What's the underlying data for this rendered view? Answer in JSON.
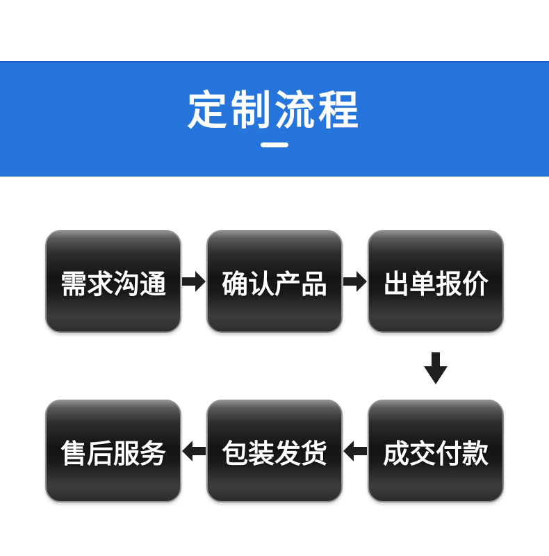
{
  "banner": {
    "title": "定制流程",
    "background_color": "#2575DC",
    "edge_color": "#1B5EC6",
    "text_color": "#FFFFFF"
  },
  "flow": {
    "arrow_color": "#1E1E1E",
    "box_border_color": "#8F8F8F",
    "box_text_color": "#FFFFFF",
    "rows": [
      {
        "direction": "right",
        "boxes": [
          {
            "label": "需求沟通"
          },
          {
            "label": "确认产品"
          },
          {
            "label": "出单报价"
          }
        ]
      },
      {
        "direction": "left",
        "boxes": [
          {
            "label": "售后服务"
          },
          {
            "label": "包装发货"
          },
          {
            "label": "成交付款"
          }
        ]
      }
    ],
    "connector_direction": "down"
  }
}
